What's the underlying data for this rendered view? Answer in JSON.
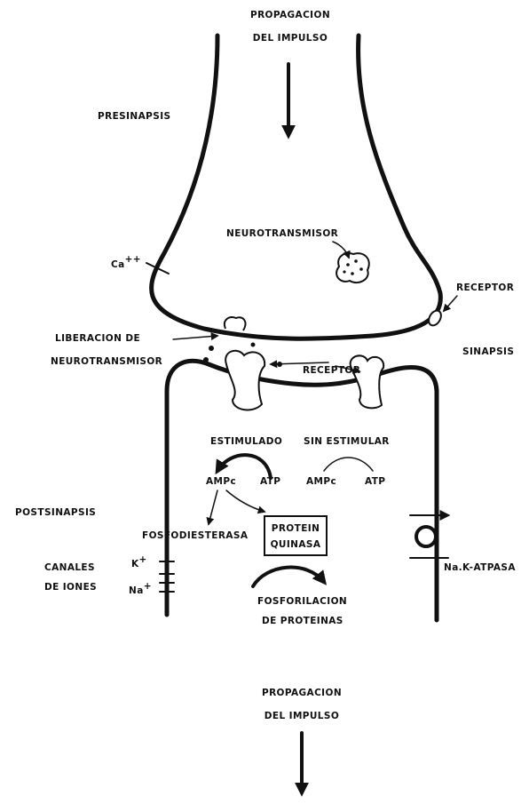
{
  "labels": {
    "top_title_1": "PROPAGACION",
    "top_title_2": "DEL IMPULSO",
    "presinapsis": "PRESINAPSIS",
    "neurotransmisor": "NEUROTRANSMISOR",
    "ca": "Ca",
    "ca_sup": "++",
    "receptor_right": "RECEPTOR",
    "liberacion_1": "LIBERACION DE",
    "liberacion_2": "NEUROTRANSMISOR",
    "sinapsis": "SINAPSIS",
    "receptor_center": "RECEPTOR",
    "estimulado": "ESTIMULADO",
    "sin_estimular": "SIN ESTIMULAR",
    "ampc_left": "AMPc",
    "atp_left": "ATP",
    "ampc_right": "AMPc",
    "atp_right": "ATP",
    "postsinapsis": "POSTSINAPSIS",
    "fosfodiesterasa": "FOSFODIESTERASA",
    "protein": "PROTEIN",
    "quinasa": "QUINASA",
    "canales_1": "CANALES",
    "canales_2": "DE IONES",
    "k": "K",
    "k_sup": "+",
    "na": "Na",
    "na_sup": "+",
    "na_k_atpasa": "Na.K-ATPASA",
    "fosforilacion_1": "FOSFORILACION",
    "fosforilacion_2": "DE PROTEINAS",
    "bottom_title_1": "PROPAGACION",
    "bottom_title_2": "DEL IMPULSO"
  }
}
